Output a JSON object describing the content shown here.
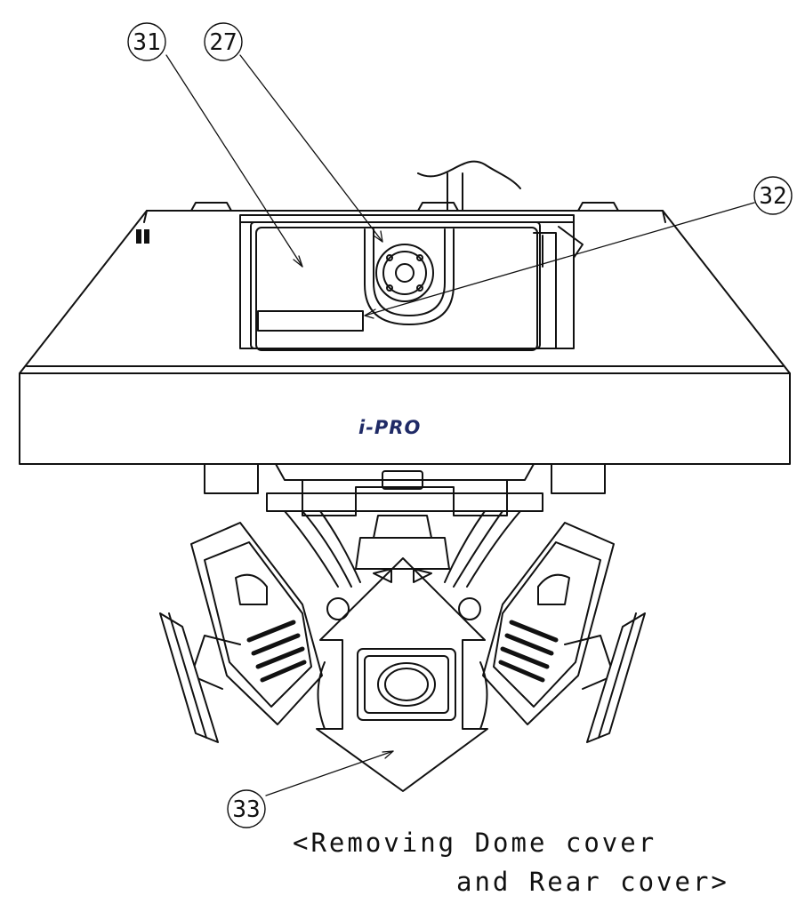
{
  "diagram": {
    "brand": "i-PRO",
    "callouts": [
      {
        "id": "31",
        "label": "31"
      },
      {
        "id": "27",
        "label": "27"
      },
      {
        "id": "32",
        "label": "32"
      },
      {
        "id": "33",
        "label": "33"
      }
    ],
    "caption": {
      "line1": "<Removing Dome cover",
      "line2": "and Rear cover>"
    },
    "colors": {
      "line": "#111111",
      "brand": "#1f2a66",
      "background": "#ffffff"
    }
  }
}
